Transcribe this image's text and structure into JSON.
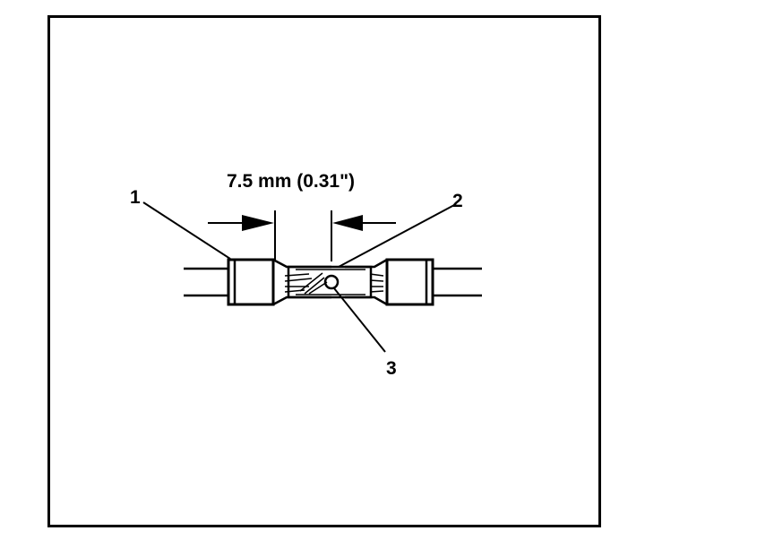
{
  "diagram": {
    "dimension_label": "7.5 mm (0.31\")",
    "callouts": [
      "1",
      "2",
      "3"
    ]
  }
}
